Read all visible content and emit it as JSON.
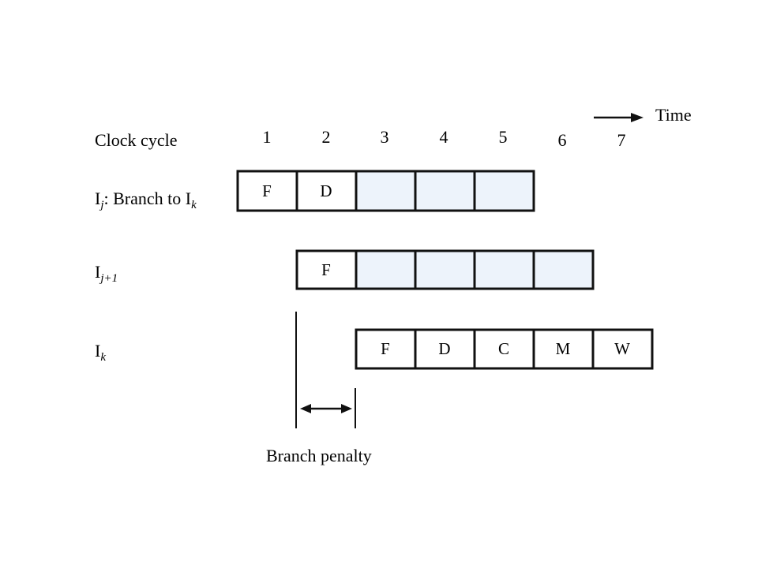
{
  "time_label": "Time",
  "clock_label": "Clock cycle",
  "cycles": [
    "1",
    "2",
    "3",
    "4",
    "5",
    "6",
    "7"
  ],
  "rows": [
    {
      "label": {
        "base": "I",
        "sub": "j",
        "rest": ": Branch to I",
        "sub2": "k"
      },
      "cells": [
        {
          "text": "F",
          "shaded": false
        },
        {
          "text": "D",
          "shaded": false
        },
        {
          "text": "",
          "shaded": true
        },
        {
          "text": "",
          "shaded": true
        },
        {
          "text": "",
          "shaded": true
        }
      ]
    },
    {
      "label": {
        "base": "I",
        "sub": "j+1"
      },
      "cells": [
        {
          "text": "F",
          "shaded": false
        },
        {
          "text": "",
          "shaded": true
        },
        {
          "text": "",
          "shaded": true
        },
        {
          "text": "",
          "shaded": true
        },
        {
          "text": "",
          "shaded": true
        }
      ]
    },
    {
      "label": {
        "base": "I",
        "sub": "k"
      },
      "cells": [
        {
          "text": "F",
          "shaded": false
        },
        {
          "text": "D",
          "shaded": false
        },
        {
          "text": "C",
          "shaded": false
        },
        {
          "text": "M",
          "shaded": false
        },
        {
          "text": "W",
          "shaded": false
        }
      ]
    }
  ],
  "penalty_label": "Branch penalty",
  "colors": {
    "stroke": "#111111",
    "shade": "#edf3fb"
  }
}
